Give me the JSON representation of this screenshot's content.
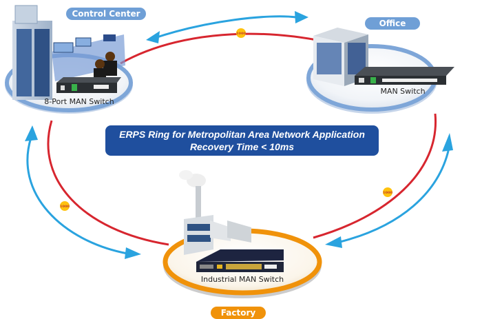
{
  "diagram": {
    "title_line1": "ERPS Ring for Metropolitan Area Network Application",
    "title_line2": "Recovery Time < 10ms",
    "colors": {
      "ring": "#d7262f",
      "arrow": "#2aa3df",
      "badge": "#ffc20e",
      "banner": "#1f4f9e",
      "site_blue": "#6f9fd6",
      "site_orange": "#f0920a"
    },
    "sites": [
      {
        "name": "Control Center",
        "device": "8-Port MAN Switch",
        "icon": "skyscraper-control-room-icon",
        "style": "blue"
      },
      {
        "name": "Office",
        "device": "MAN Switch",
        "icon": "office-building-icon",
        "style": "blue"
      },
      {
        "name": "Factory",
        "device": "Industrial MAN Switch",
        "icon": "factory-icon",
        "style": "orange"
      }
    ],
    "links": [
      {
        "from": "Control Center",
        "to": "Office",
        "speed": "1000"
      },
      {
        "from": "Office",
        "to": "Factory",
        "speed": "1000"
      },
      {
        "from": "Factory",
        "to": "Control Center",
        "speed": "1000"
      }
    ]
  }
}
